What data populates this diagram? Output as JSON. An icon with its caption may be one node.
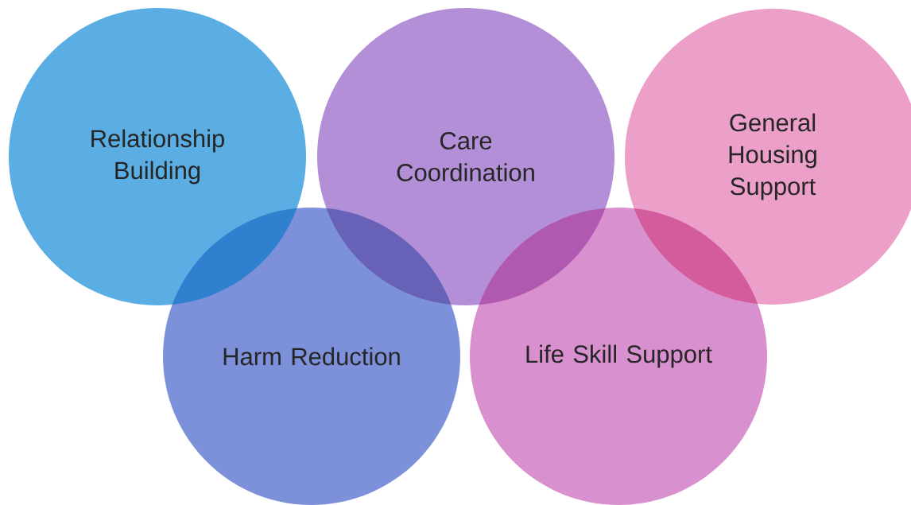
{
  "diagram": {
    "nodes": [
      {
        "text": [
          "Relationship Building"
        ]
      },
      {
        "text": [
          "Care Coordination"
        ]
      },
      {
        "text": [
          "General Housing Support"
        ]
      },
      {
        "text": [
          "Harm Reduction"
        ]
      },
      {
        "text": [
          "Life Skill Support"
        ]
      }
    ]
  }
}
